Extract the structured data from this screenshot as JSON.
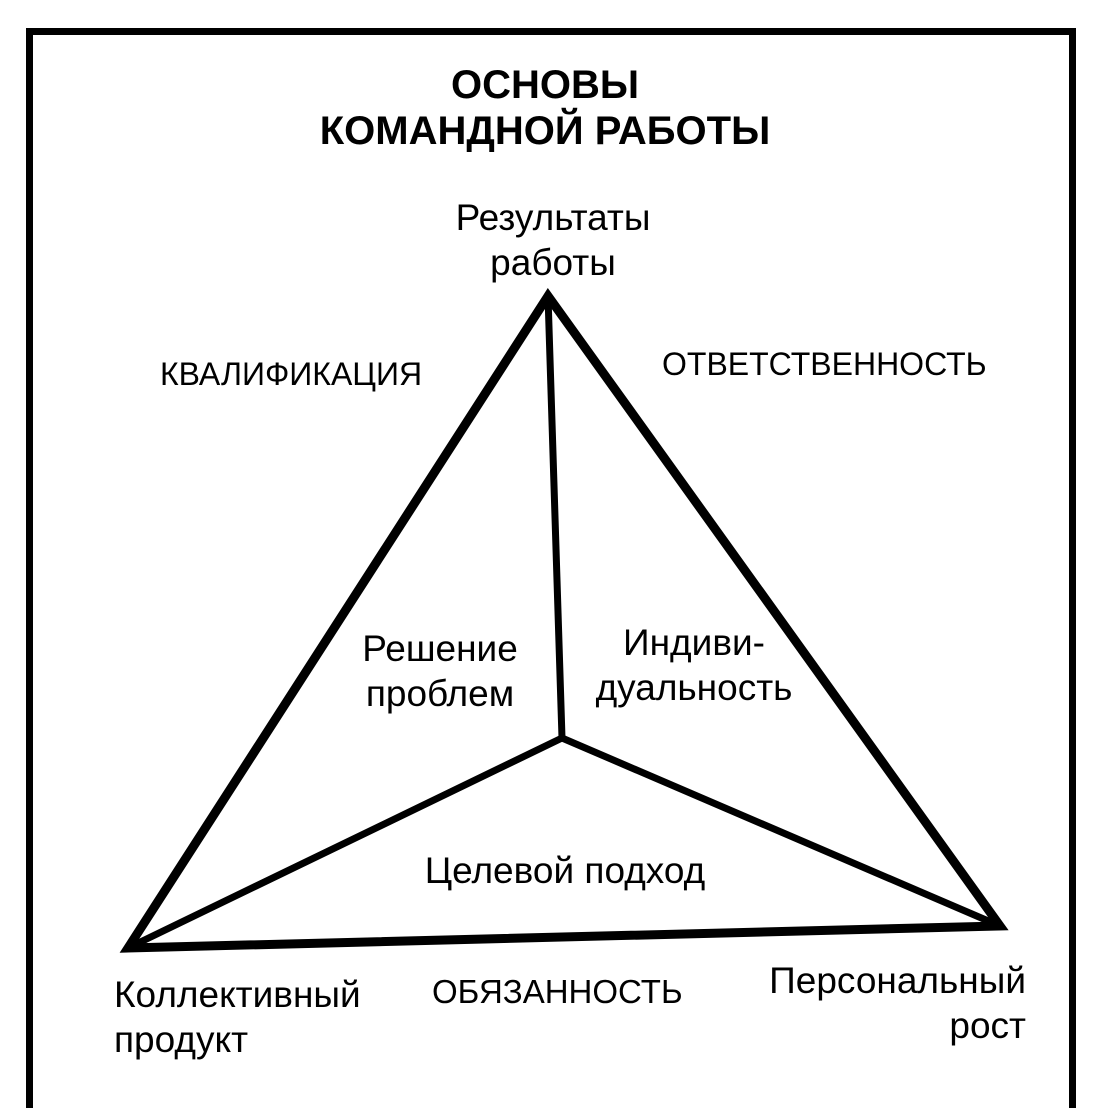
{
  "title": {
    "line1": "ОСНОВЫ",
    "line2": "КОМАНДНОЙ РАБОТЫ"
  },
  "vertices": {
    "top": {
      "line1": "Результаты",
      "line2": "работы"
    },
    "bottom_left": {
      "line1": "Коллективный",
      "line2": "продукт"
    },
    "bottom_right": {
      "line1": "Персональный",
      "line2": "рост"
    }
  },
  "edges": {
    "left": "КВАЛИФИКАЦИЯ",
    "right": "ОТВЕТСТВЕННОСТЬ",
    "bottom": "ОБЯЗАННОСТЬ"
  },
  "faces": {
    "left": {
      "line1": "Решение",
      "line2": "проблем"
    },
    "right": {
      "line1": "Индиви-",
      "line2": "дуальность"
    },
    "bottom": "Целевой подход"
  },
  "colors": {
    "ink": "#000000",
    "paper": "#ffffff"
  }
}
